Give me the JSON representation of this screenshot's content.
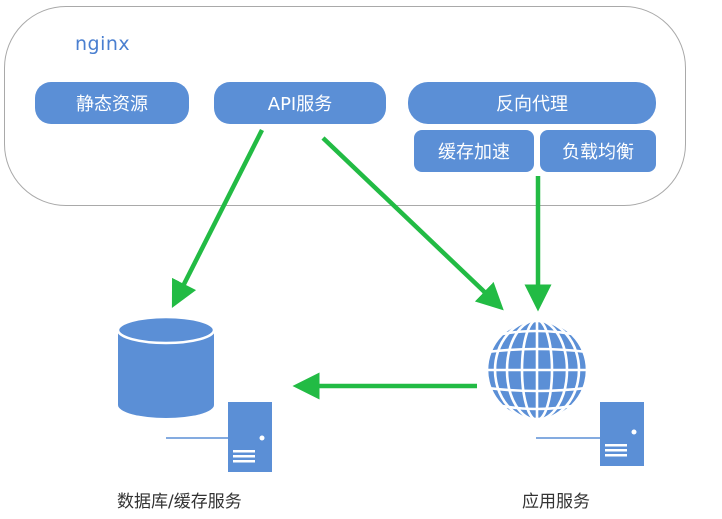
{
  "nginx": {
    "title": "nginx",
    "static_resources": "静态资源",
    "api_service": "API服务",
    "reverse_proxy": "反向代理",
    "cache_acceleration": "缓存加速",
    "load_balancing": "负载均衡"
  },
  "nodes": {
    "database_label": "数据库/缓存服务",
    "app_label": "应用服务"
  },
  "colors": {
    "accent_blue": "#5b8fd6",
    "arrow_green": "#22bb44",
    "border_gray": "#a9a9a9",
    "title_blue": "#4a7fd0"
  },
  "icons": [
    "database-icon",
    "server-icon",
    "globe-icon"
  ]
}
